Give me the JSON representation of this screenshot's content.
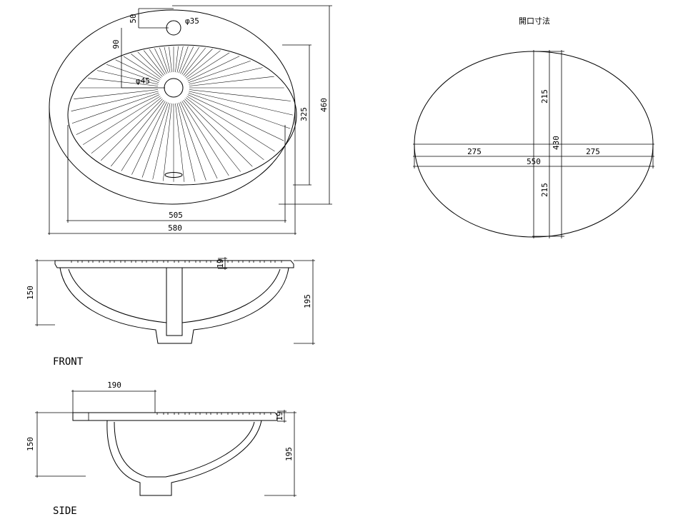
{
  "top_view": {
    "dims": {
      "hole_offset": "50",
      "faucet_hole": "φ35",
      "drain_offset": "90",
      "drain_hole": "φ45",
      "bowl_depth": "325",
      "overall_depth": "460",
      "bowl_width": "505",
      "overall_width": "580"
    }
  },
  "opening": {
    "title": "開口寸法",
    "dims": {
      "top_half": "215",
      "bottom_half": "215",
      "total_height": "430",
      "left_half": "275",
      "right_half": "275",
      "total_width": "550"
    }
  },
  "front_view": {
    "label": "FRONT",
    "dims": {
      "rim": "19",
      "depth": "150",
      "total_height": "195"
    }
  },
  "side_view": {
    "label": "SIDE",
    "dims": {
      "offset": "190",
      "rim": "19",
      "depth": "150",
      "total_height": "195"
    }
  }
}
